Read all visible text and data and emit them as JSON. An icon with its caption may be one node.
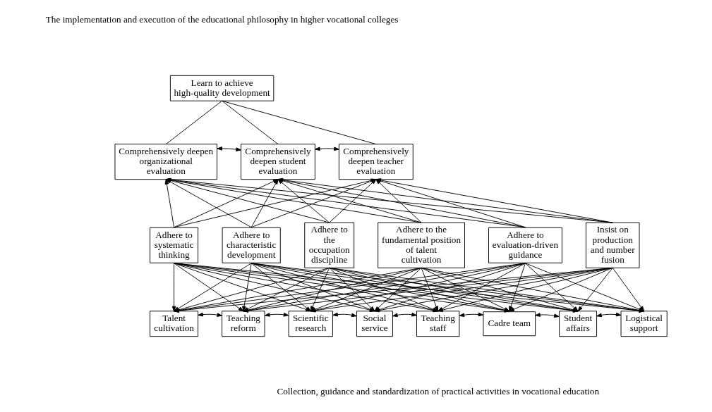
{
  "diagram": {
    "nodes": [
      {
        "text": [
          "Learn to achieve high-quality development"
        ]
      },
      {
        "text": [
          "Comprehensively deepen organizational evaluation"
        ]
      },
      {
        "text": [
          "Comprehensively deepen student evaluation"
        ]
      },
      {
        "text": [
          "Comprehensively deepen teacher evaluation"
        ]
      },
      {
        "text": [
          "Adhere to systematic thinking"
        ]
      },
      {
        "text": [
          "Adhere to characteristic development"
        ]
      },
      {
        "text": [
          "Adhere to the occupation discipline"
        ]
      },
      {
        "text": [
          "Adhere to the fundamental position of talent cultivation"
        ]
      },
      {
        "text": [
          "Adhere to evaluation-driven guidance"
        ]
      },
      {
        "text": [
          "Insist on production and number fusion"
        ]
      },
      {
        "text": [
          "Talent cultivation"
        ]
      },
      {
        "text": [
          "Teaching reform"
        ]
      },
      {
        "text": [
          "Scientific research"
        ]
      },
      {
        "text": [
          "Social service"
        ]
      },
      {
        "text": [
          "Teaching staff"
        ]
      },
      {
        "text": [
          "Cadre team"
        ]
      },
      {
        "text": [
          "Student affairs"
        ]
      },
      {
        "text": [
          "Logistical support"
        ]
      }
    ],
    "edges": [
      {
        "from": 0,
        "to": 1,
        "arrow": "none"
      },
      {
        "from": 0,
        "to": 2,
        "arrow": "none"
      },
      {
        "from": 0,
        "to": 3,
        "arrow": "none"
      },
      {
        "from": 1,
        "to": 2,
        "arrow": "both"
      },
      {
        "from": 2,
        "to": 3,
        "arrow": "both"
      },
      {
        "from": 4,
        "to": 1,
        "arrow": "to"
      },
      {
        "from": 4,
        "to": 2,
        "arrow": "to"
      },
      {
        "from": 4,
        "to": 3,
        "arrow": "to"
      },
      {
        "from": 5,
        "to": 1,
        "arrow": "to"
      },
      {
        "from": 5,
        "to": 2,
        "arrow": "to"
      },
      {
        "from": 5,
        "to": 3,
        "arrow": "to"
      },
      {
        "from": 6,
        "to": 1,
        "arrow": "to"
      },
      {
        "from": 6,
        "to": 2,
        "arrow": "to"
      },
      {
        "from": 6,
        "to": 3,
        "arrow": "to"
      },
      {
        "from": 7,
        "to": 1,
        "arrow": "to"
      },
      {
        "from": 7,
        "to": 2,
        "arrow": "to"
      },
      {
        "from": 7,
        "to": 3,
        "arrow": "to"
      },
      {
        "from": 8,
        "to": 1,
        "arrow": "to"
      },
      {
        "from": 8,
        "to": 2,
        "arrow": "to"
      },
      {
        "from": 8,
        "to": 3,
        "arrow": "to"
      },
      {
        "from": 9,
        "to": 1,
        "arrow": "to"
      },
      {
        "from": 9,
        "to": 2,
        "arrow": "to"
      },
      {
        "from": 9,
        "to": 3,
        "arrow": "to"
      },
      {
        "from": 4,
        "to": 10,
        "arrow": "to"
      },
      {
        "from": 4,
        "to": 11,
        "arrow": "to"
      },
      {
        "from": 4,
        "to": 12,
        "arrow": "to"
      },
      {
        "from": 4,
        "to": 13,
        "arrow": "to"
      },
      {
        "from": 4,
        "to": 14,
        "arrow": "to"
      },
      {
        "from": 4,
        "to": 15,
        "arrow": "to"
      },
      {
        "from": 4,
        "to": 16,
        "arrow": "to"
      },
      {
        "from": 4,
        "to": 17,
        "arrow": "to"
      },
      {
        "from": 5,
        "to": 10,
        "arrow": "to"
      },
      {
        "from": 5,
        "to": 11,
        "arrow": "to"
      },
      {
        "from": 5,
        "to": 12,
        "arrow": "to"
      },
      {
        "from": 5,
        "to": 13,
        "arrow": "to"
      },
      {
        "from": 5,
        "to": 14,
        "arrow": "to"
      },
      {
        "from": 5,
        "to": 15,
        "arrow": "to"
      },
      {
        "from": 5,
        "to": 16,
        "arrow": "to"
      },
      {
        "from": 5,
        "to": 17,
        "arrow": "to"
      },
      {
        "from": 6,
        "to": 10,
        "arrow": "to"
      },
      {
        "from": 6,
        "to": 11,
        "arrow": "to"
      },
      {
        "from": 6,
        "to": 12,
        "arrow": "to"
      },
      {
        "from": 6,
        "to": 13,
        "arrow": "to"
      },
      {
        "from": 6,
        "to": 14,
        "arrow": "to"
      },
      {
        "from": 6,
        "to": 15,
        "arrow": "to"
      },
      {
        "from": 6,
        "to": 16,
        "arrow": "to"
      },
      {
        "from": 6,
        "to": 17,
        "arrow": "to"
      },
      {
        "from": 7,
        "to": 10,
        "arrow": "to"
      },
      {
        "from": 7,
        "to": 11,
        "arrow": "to"
      },
      {
        "from": 7,
        "to": 12,
        "arrow": "to"
      },
      {
        "from": 7,
        "to": 13,
        "arrow": "to"
      },
      {
        "from": 7,
        "to": 14,
        "arrow": "to"
      },
      {
        "from": 7,
        "to": 15,
        "arrow": "to"
      },
      {
        "from": 7,
        "to": 16,
        "arrow": "to"
      },
      {
        "from": 7,
        "to": 17,
        "arrow": "to"
      },
      {
        "from": 8,
        "to": 10,
        "arrow": "to"
      },
      {
        "from": 8,
        "to": 11,
        "arrow": "to"
      },
      {
        "from": 8,
        "to": 12,
        "arrow": "to"
      },
      {
        "from": 8,
        "to": 13,
        "arrow": "to"
      },
      {
        "from": 8,
        "to": 14,
        "arrow": "to"
      },
      {
        "from": 8,
        "to": 15,
        "arrow": "to"
      },
      {
        "from": 8,
        "to": 16,
        "arrow": "to"
      },
      {
        "from": 8,
        "to": 17,
        "arrow": "to"
      },
      {
        "from": 9,
        "to": 10,
        "arrow": "to"
      },
      {
        "from": 9,
        "to": 11,
        "arrow": "to"
      },
      {
        "from": 9,
        "to": 12,
        "arrow": "to"
      },
      {
        "from": 9,
        "to": 13,
        "arrow": "to"
      },
      {
        "from": 9,
        "to": 14,
        "arrow": "to"
      },
      {
        "from": 9,
        "to": 15,
        "arrow": "to"
      },
      {
        "from": 9,
        "to": 16,
        "arrow": "to"
      },
      {
        "from": 9,
        "to": 17,
        "arrow": "to"
      },
      {
        "from": 10,
        "to": 11,
        "arrow": "both"
      },
      {
        "from": 11,
        "to": 12,
        "arrow": "both"
      },
      {
        "from": 12,
        "to": 13,
        "arrow": "both"
      },
      {
        "from": 13,
        "to": 14,
        "arrow": "both"
      },
      {
        "from": 14,
        "to": 15,
        "arrow": "both"
      },
      {
        "from": 15,
        "to": 16,
        "arrow": "both"
      },
      {
        "from": 16,
        "to": 17,
        "arrow": "both"
      }
    ],
    "labels": [
      "The implementation and execution of the educational philosophy in higher vocational colleges",
      "Collection, guidance and standardization of practical activities in vocational education"
    ]
  }
}
